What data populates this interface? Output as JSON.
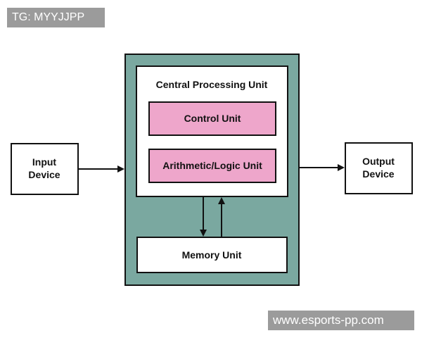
{
  "watermarks": {
    "top": "TG: MYYJJPP",
    "bottom": "www.esports-pp.com"
  },
  "diagram": {
    "input_device": [
      "Input",
      "Device"
    ],
    "output_device": [
      "Output",
      "Device"
    ],
    "cpu_title": "Central Processing Unit",
    "control_unit": "Control Unit",
    "alu": "Arithmetic/Logic Unit",
    "memory_unit": "Memory Unit"
  },
  "colors": {
    "outer_box": "#7aa8a0",
    "unit_fill": "#eea6cb",
    "stroke": "#111111",
    "watermark_bg": "#9b9b9b"
  }
}
